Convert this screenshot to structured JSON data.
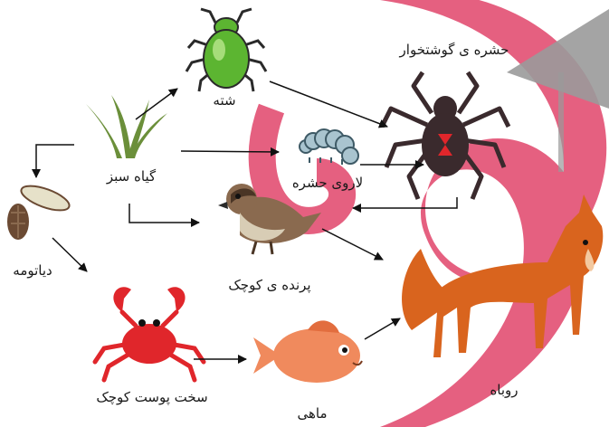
{
  "labels": {
    "aphid": "شته",
    "predatory_insect": "حشره ی گوشتخوار",
    "green_plant": "گیاه سبز",
    "larva": "لاروی حشره",
    "diatom": "دیاتومه",
    "small_bird": "پرنده ی کوچک",
    "fox": "روباه",
    "small_crustacean": "سخت پوست کوچک",
    "fish": "ماهی"
  },
  "colors": {
    "background": "#ffffff",
    "watermark_pink": "#e0446a",
    "arrow": "#111111",
    "aphid_green": "#5cb531",
    "fox_orange": "#d9641e",
    "crab_red": "#e0262b",
    "fish_salmon": "#f08a5d",
    "spider_dark": "#3a2a2d",
    "bird_brown": "#8a6a4f",
    "larva_blue": "#a9c4cf",
    "grass_green": "#6b8f3a",
    "diatom_brown": "#6b4a33"
  }
}
